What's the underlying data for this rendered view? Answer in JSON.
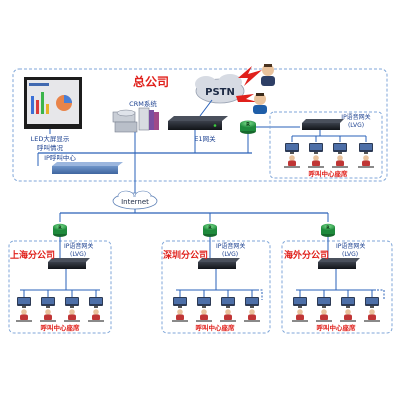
{
  "hq": {
    "title": "总公司",
    "led_label_1": "LED大屏显示",
    "led_label_2": "呼叫情况",
    "crm_label": "CRM系统",
    "e1_label": "E1网关",
    "pstn_label": "PSTN",
    "ip_center_label": "IP呼叫中心",
    "lvg_label_1": "IP语音网关",
    "lvg_label_2": "(LVG)",
    "seats_label": "呼叫中心座席"
  },
  "internet_label": "Internet",
  "router_glyph": "R",
  "branches": [
    {
      "name": "上海分公司",
      "lvg_1": "IP语音网关",
      "lvg_2": "(LVG)",
      "seats": "呼叫中心座席"
    },
    {
      "name": "深圳分公司",
      "lvg_1": "IP语音网关",
      "lvg_2": "(LVG)",
      "seats": "呼叫中心座席"
    },
    {
      "name": "海外分公司",
      "lvg_1": "IP语音网关",
      "lvg_2": "(LVG)",
      "seats": "呼叫中心座席"
    }
  ],
  "colors": {
    "link": "#2a62b8",
    "dashed": "#7fa6d8",
    "accent_red": "#e0201b",
    "router": "#1e8a3c"
  }
}
